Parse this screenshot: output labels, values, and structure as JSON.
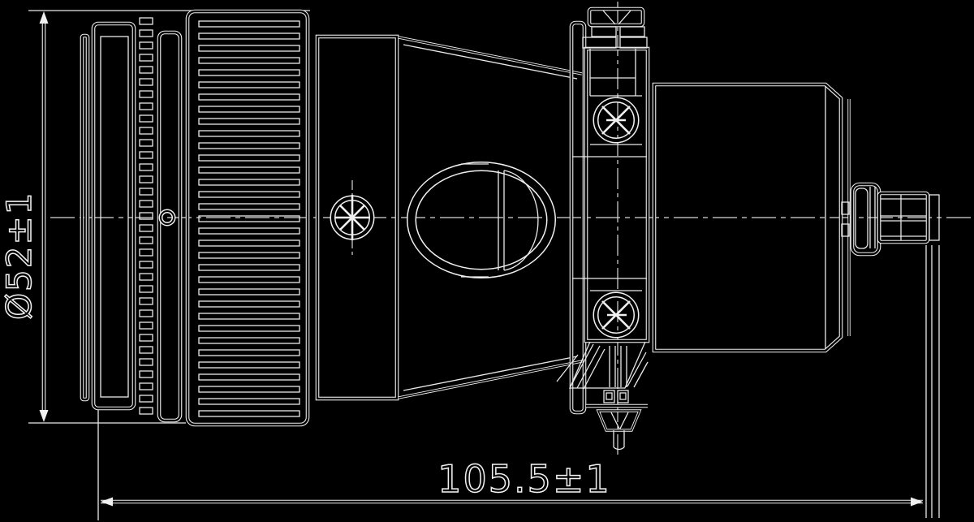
{
  "drawing": {
    "description": "engineering side view of circular connector plug with cable clamp",
    "dims": {
      "diameter": "Ø52±1",
      "length": "105.5±1"
    },
    "colors": {
      "background": "#000000",
      "line": "#f0f0f0"
    }
  }
}
